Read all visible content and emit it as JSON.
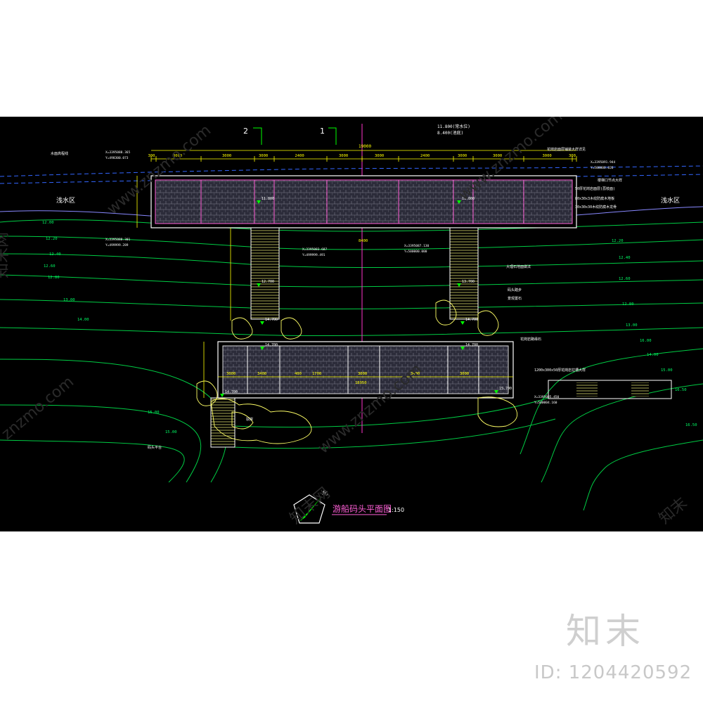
{
  "drawing": {
    "title": "游船码头平面图",
    "scale": "1:150",
    "north_label": "北",
    "zone_left": "浅水区",
    "zone_right": "浅水区",
    "section_marks": [
      "2",
      "1"
    ],
    "top_level_note": "11.800(常水位)",
    "top_level_note2": "8.400(池底)",
    "overall_dim": "8400",
    "center_dim": "19000",
    "bottom_overall_dim": "18950",
    "top_dims": [
      "300",
      "3000",
      "3000",
      "3000",
      "2400",
      "3000",
      "3000",
      "2400",
      "3000",
      "3000",
      "3000",
      "300"
    ],
    "bottom_dims": [
      "3000",
      "3400",
      "400",
      "1700",
      "3000",
      "3400",
      "3000"
    ],
    "elevations_left": [
      "12.00",
      "12.20",
      "12.40",
      "12.60",
      "12.80",
      "13.00",
      "14.00",
      "15.00",
      "15.00"
    ],
    "elevations_right": [
      "12.20",
      "12.40",
      "12.60",
      "12.80",
      "13.00",
      "14.00",
      "15.00",
      "16.00",
      "16.50",
      "16.50"
    ],
    "spot_levels": [
      "11.800",
      "11.800",
      "12.700",
      "13.700",
      "14.700",
      "14.700",
      "14.700",
      "14.700",
      "14.700",
      "15.700"
    ],
    "annotations_right": [
      "花岗岩面层铺装大样详见",
      "楼梯口节点大样",
      "50厚花岗岩面层(荔枝面)",
      "80x30x3木纹防腐木地板",
      "30x30x30木纹防腐木龙骨",
      "大理石地面做法",
      "码头踏步",
      "景观置石",
      "花岗岩路缘石",
      "1200x300x50厚花岗岩拉槽大样"
    ],
    "annotations_left": [
      "水面高程线",
      "码头平台",
      "驳岸"
    ],
    "coords": [
      "X=3395088.365",
      "Y=498300.073",
      "X=3395091.944",
      "Y=500000.026",
      "X=3395088.301",
      "Y=499999.289",
      "X=3395083.687",
      "Y=499999.491",
      "X=3395087.130",
      "Y=500000.000",
      "X=3395085.450",
      "Y=500004.160"
    ]
  },
  "watermark": {
    "brand": "知末",
    "id_text": "ID: 1204420592",
    "site": "www.znzmo.com",
    "site_short": "znzmo.com",
    "brand_net": "知末网"
  },
  "colors": {
    "background": "#000000",
    "dock_outline": "#ffffff",
    "dock_inner": "#ff5fd7",
    "deck_fill": "#555566",
    "contour": "#00ff00",
    "dimension": "#ffff00",
    "center_axis": "#ff33cc",
    "rock": "#ffff66"
  }
}
